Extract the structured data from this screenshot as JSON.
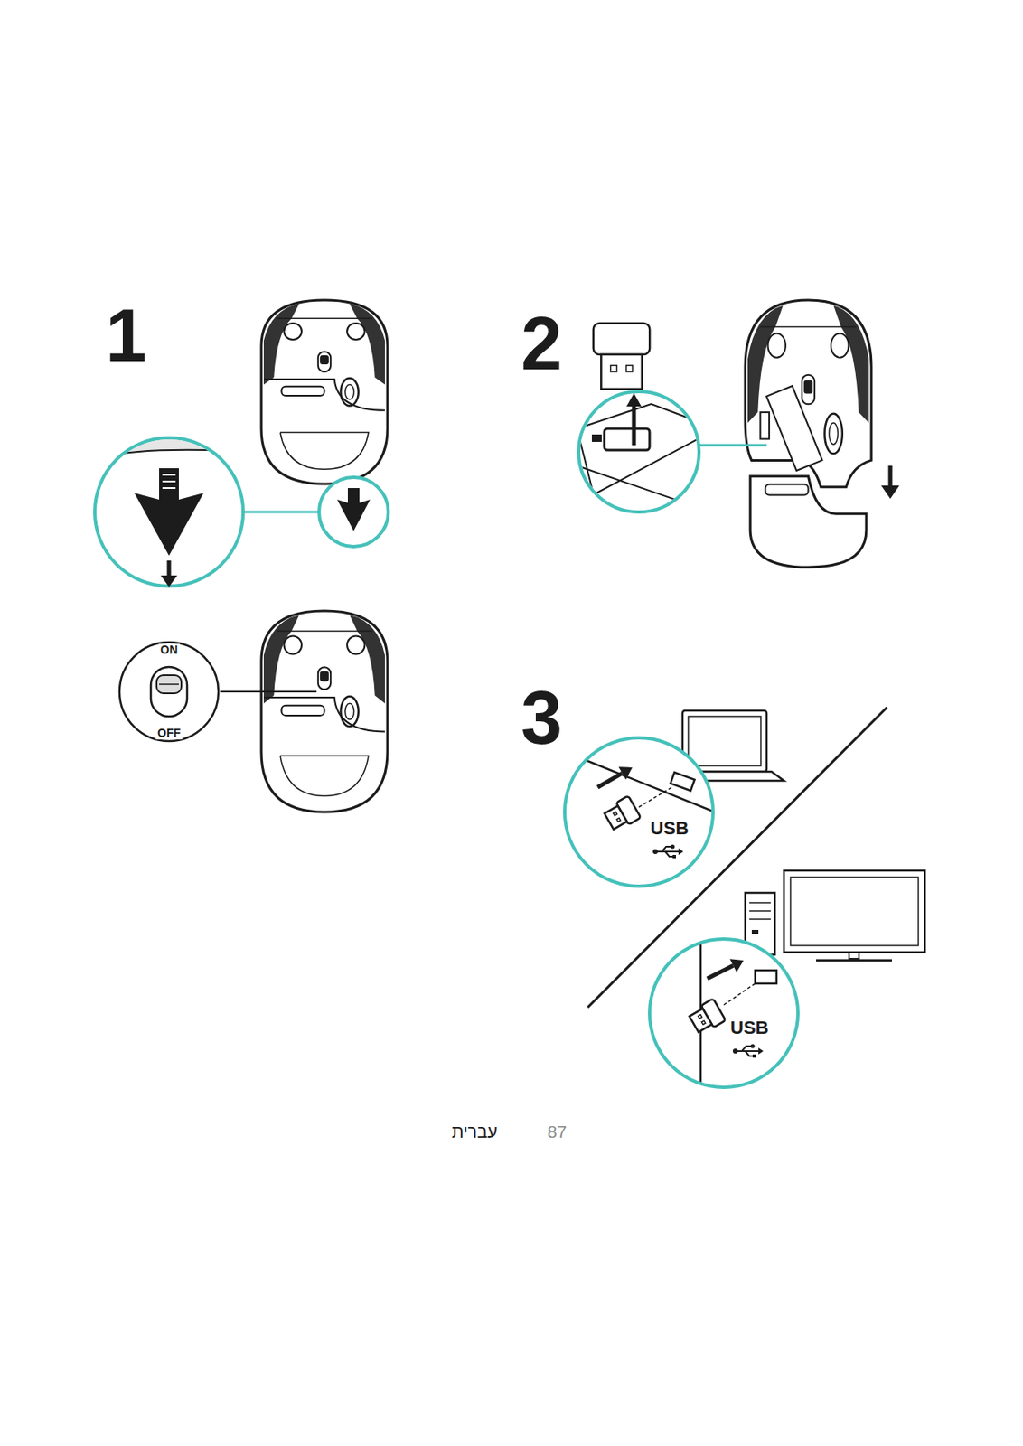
{
  "diagram": {
    "nodes": [
      {
        "text": [
          "ON",
          "OFF"
        ]
      },
      {
        "text": [
          "USB"
        ]
      },
      {
        "text": [
          "USB"
        ]
      }
    ],
    "labels": [
      "1",
      "2",
      "3",
      "עברית",
      "87"
    ]
  }
}
